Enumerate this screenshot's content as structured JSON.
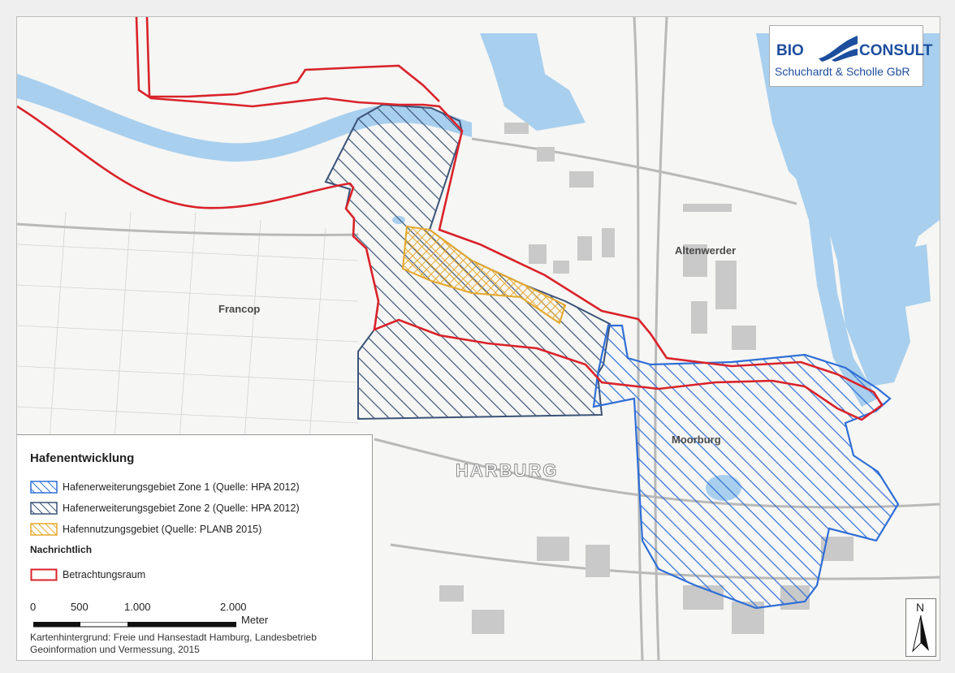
{
  "logo": {
    "word1": "BIO",
    "word2": "CONSULT",
    "subtitle": "Schuchardt & Scholle GbR",
    "color": "#1d4e9e"
  },
  "places": {
    "francop": "Francop",
    "altenwerder": "Altenwerder",
    "moorburg": "Moorburg",
    "harburg": "HARBURG"
  },
  "legend": {
    "title": "Hafenentwicklung",
    "items": [
      {
        "label": "Hafenerweiterungsgebiet Zone 1  (Quelle: HPA 2012)",
        "color": "#2f6fd6"
      },
      {
        "label": "Hafenerweiterungsgebiet Zone 2 (Quelle: HPA 2012)",
        "color": "#3c5478"
      },
      {
        "label": "Hafennutzungsgebiet (Quelle: PLANB 2015)",
        "color": "#e5a82b"
      }
    ],
    "subhead": "Nachrichtlich",
    "boundary": {
      "label": "Betrachtungsraum",
      "color": "#d9232a"
    },
    "scale": {
      "ticks": [
        "0",
        "500",
        "1.000",
        "2.000"
      ],
      "unit": "Meter"
    },
    "note": "Kartenhintergrund: Freie und Hansestadt Hamburg, Landesbetrieb Geoinformation und Vermessung, 2015"
  },
  "north": {
    "label": "N"
  },
  "colors": {
    "water": "#a8cfee",
    "land": "#f6f6f4",
    "building": "#c9c9c9"
  }
}
